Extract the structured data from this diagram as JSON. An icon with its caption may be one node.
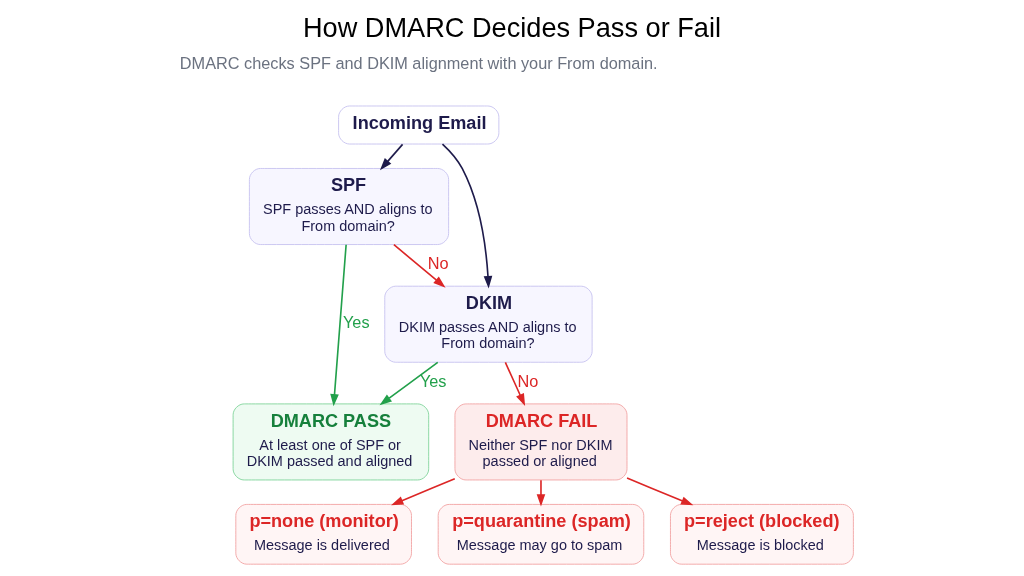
{
  "diagram": {
    "title": "How DMARC Decides Pass or Fail",
    "nodes": [
      {
        "text": [
          "Incoming Email"
        ]
      },
      {
        "text": [
          "SPF",
          "SPF passes AND aligns to From domain?"
        ]
      },
      {
        "text": [
          "DKIM",
          "DKIM passes AND aligns to From domain?"
        ]
      },
      {
        "text": [
          "DMARC PASS",
          "At least one of SPF or DKIM passed and aligned"
        ]
      },
      {
        "text": [
          "DMARC FAIL",
          "Neither SPF nor DKIM passed or aligned"
        ]
      },
      {
        "text": [
          "p=none (monitor)",
          "Message is delivered"
        ]
      },
      {
        "text": [
          "p=quarantine (spam)",
          "Message may go to spam"
        ]
      },
      {
        "text": [
          "p=reject (blocked)",
          "Message is blocked"
        ]
      }
    ],
    "edges": [
      {
        "from": 0,
        "to": 1,
        "arrow": "to",
        "color": "#1e1b4b"
      },
      {
        "from": 0,
        "to": 2,
        "arrow": "to",
        "color": "#1e1b4b"
      },
      {
        "from": 1,
        "to": 3,
        "arrow": "to",
        "label": "Yes",
        "color": "#22a04b"
      },
      {
        "from": 1,
        "to": 2,
        "arrow": "to",
        "label": "No",
        "color": "#dc2626"
      },
      {
        "from": 2,
        "to": 3,
        "arrow": "to",
        "label": "Yes",
        "color": "#22a04b"
      },
      {
        "from": 2,
        "to": 4,
        "arrow": "to",
        "label": "No",
        "color": "#dc2626"
      },
      {
        "from": 4,
        "to": 5,
        "arrow": "to",
        "color": "#dc2626"
      },
      {
        "from": 4,
        "to": 6,
        "arrow": "to",
        "color": "#dc2626"
      },
      {
        "from": 4,
        "to": 7,
        "arrow": "to",
        "color": "#dc2626"
      }
    ],
    "labels": [
      "DMARC checks SPF and DKIM alignment with your From domain."
    ]
  }
}
